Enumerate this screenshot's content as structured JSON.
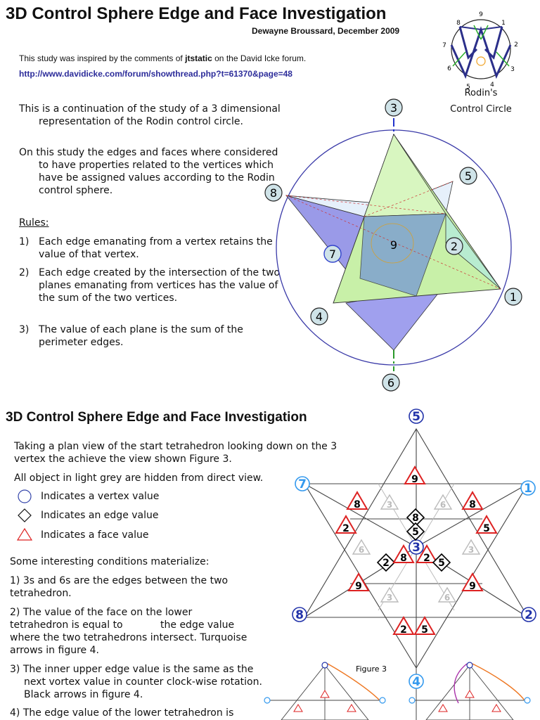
{
  "header": {
    "title": "3D Control Sphere Edge and Face Investigation",
    "author": "Dewayne Broussard, December 2009",
    "inspired_prefix": "This study was inspired by the comments of ",
    "inspired_name": "jtstatic",
    "inspired_suffix": " on the David Icke forum.",
    "link": "http://www.davidicke.com/forum/showthread.php?t=61370&page=48"
  },
  "rodin": {
    "caption_line1": "Rodin's",
    "caption_line2": "Control Circle",
    "numbers": [
      "9",
      "1",
      "2",
      "3",
      "4",
      "5",
      "6",
      "7",
      "8"
    ]
  },
  "intro": {
    "p1": "This is a continuation of the study of a 3 dimensional representation of the Rodin control circle.",
    "p2": "On this study the edges and faces where considered to have properties related to the vertices which have be assigned values according to the Rodin control sphere.",
    "rules_label": "Rules:",
    "rules": [
      {
        "n": "1)",
        "text": "Each edge emanating from a vertex retains the value of that vertex."
      },
      {
        "n": "2)",
        "text": "Each edge created by the intersection of the two planes emanating from vertices has the value of the sum of the two vertices."
      },
      {
        "n": "3)",
        "text": "The value of each plane is the sum of the perimeter edges."
      }
    ]
  },
  "sphere": {
    "labels": {
      "v3": "3",
      "v5": "5",
      "v8": "8",
      "v2": "2",
      "v7": "7",
      "v1": "1",
      "v4": "4",
      "v6": "6",
      "center": "9"
    }
  },
  "section2": {
    "title": "3D Control Sphere Edge and Face Investigation",
    "p1": "Taking a plan view of the start tetrahedron looking down on the 3 vertex the achieve the view shown Figure 3.",
    "p2": "All object in light grey are hidden from direct view.",
    "legend": [
      {
        "icon": "circle",
        "text": "Indicates a vertex value"
      },
      {
        "icon": "diamond",
        "text": "Indicates an edge value"
      },
      {
        "icon": "triangle",
        "text": "Indicates a face value"
      }
    ],
    "conditions_intro": "Some interesting conditions materialize:",
    "c1": "1) 3s and 6s are the edges between the two tetrahedron.",
    "c2": "2) The value of the face on the lower tetrahedron is equal to            the edge value where the two tetrahedrons intersect. Turquoise arrows in figure 4.",
    "c3": "3) The inner upper edge value is the same as the next vortex value in counter clock-wise rotation. Black arrows in figure 4.",
    "c4": "4) The edge value of the lower tetrahedron is"
  },
  "figure3": {
    "caption": "Figure 3",
    "vertices": {
      "top": "5",
      "left": "7",
      "right": "1",
      "bl": "8",
      "br": "2",
      "center": "3",
      "below": "4"
    },
    "faces": [
      "9",
      "8",
      "2",
      "8",
      "5",
      "9",
      "9",
      "2",
      "5"
    ],
    "ghost_faces": [
      "3",
      "6",
      "6",
      "3",
      "3",
      "6"
    ],
    "edges": [
      "8",
      "5",
      "2",
      "8",
      "2",
      "5"
    ]
  }
}
